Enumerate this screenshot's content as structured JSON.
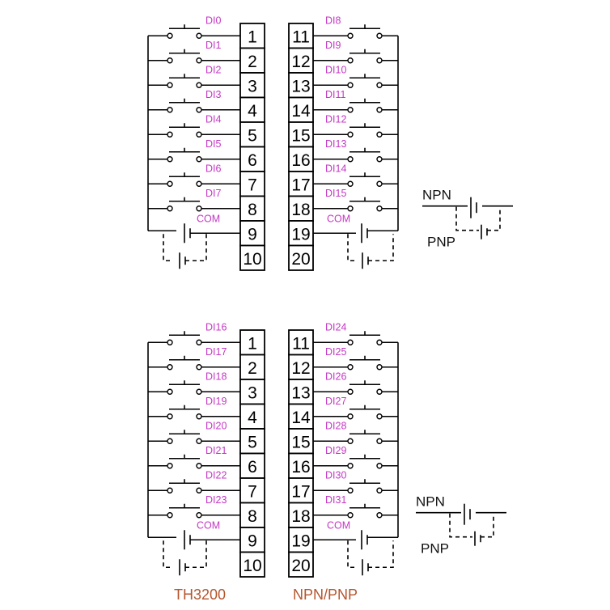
{
  "blocks": [
    {
      "left_terminals": [
        "1",
        "2",
        "3",
        "4",
        "5",
        "6",
        "7",
        "8",
        "9",
        "10"
      ],
      "right_terminals": [
        "11",
        "12",
        "13",
        "14",
        "15",
        "16",
        "17",
        "18",
        "19",
        "20"
      ],
      "left_inputs": [
        "DI0",
        "DI1",
        "DI2",
        "DI3",
        "DI4",
        "DI5",
        "DI6",
        "DI7"
      ],
      "right_inputs": [
        "DI8",
        "DI9",
        "DI10",
        "DI11",
        "DI12",
        "DI13",
        "DI14",
        "DI15"
      ],
      "com_left": "COM",
      "com_right": "COM",
      "legend": {
        "npn": "NPN",
        "pnp": "PNP"
      }
    },
    {
      "left_terminals": [
        "1",
        "2",
        "3",
        "4",
        "5",
        "6",
        "7",
        "8",
        "9",
        "10"
      ],
      "right_terminals": [
        "11",
        "12",
        "13",
        "14",
        "15",
        "16",
        "17",
        "18",
        "19",
        "20"
      ],
      "left_inputs": [
        "DI16",
        "DI17",
        "DI18",
        "DI19",
        "DI20",
        "DI21",
        "DI22",
        "DI23"
      ],
      "right_inputs": [
        "DI24",
        "DI25",
        "DI26",
        "DI27",
        "DI28",
        "DI29",
        "DI30",
        "DI31"
      ],
      "com_left": "COM",
      "com_right": "COM",
      "legend": {
        "npn": "NPN",
        "pnp": "PNP"
      }
    }
  ],
  "captions": {
    "model": "TH3200",
    "mode": "NPN/PNP"
  }
}
